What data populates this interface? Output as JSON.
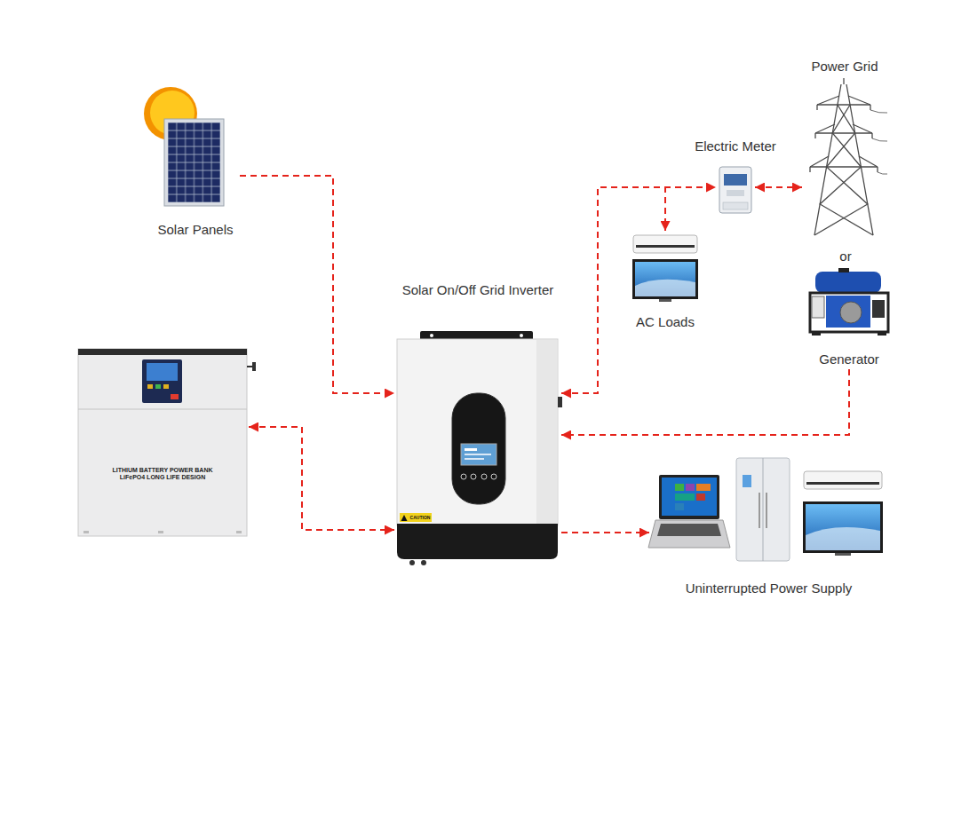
{
  "diagram": {
    "nodes": [
      {
        "text": [
          "Solar Panels"
        ]
      },
      {
        "text": [
          "Electric Meter"
        ]
      },
      {
        "text": [
          "Power Grid"
        ]
      },
      {
        "text": [
          "Solar On/Off Grid Inverter"
        ]
      },
      {
        "text": [
          "AC Loads"
        ]
      },
      {
        "text": [
          "Generator"
        ]
      },
      {
        "text": [
          "LITHIUM BATTERY POWER BANK",
          "LiFePO4 LONG LIFE DESIGN"
        ]
      },
      {
        "text": [
          "Uninterrupted Power Supply"
        ]
      }
    ],
    "edges": [
      {
        "from": 0,
        "to": 3,
        "arrow": "to"
      },
      {
        "from": 3,
        "to": 1,
        "arrow": "both"
      },
      {
        "from": 3,
        "to": 4,
        "arrow": "to"
      },
      {
        "from": 1,
        "to": 2,
        "arrow": "both"
      },
      {
        "from": 5,
        "to": 3,
        "arrow": "to"
      },
      {
        "from": 6,
        "to": 3,
        "arrow": "both"
      },
      {
        "from": 3,
        "to": 7,
        "arrow": "to"
      }
    ],
    "labels": [
      "or",
      "CAUTION"
    ]
  }
}
